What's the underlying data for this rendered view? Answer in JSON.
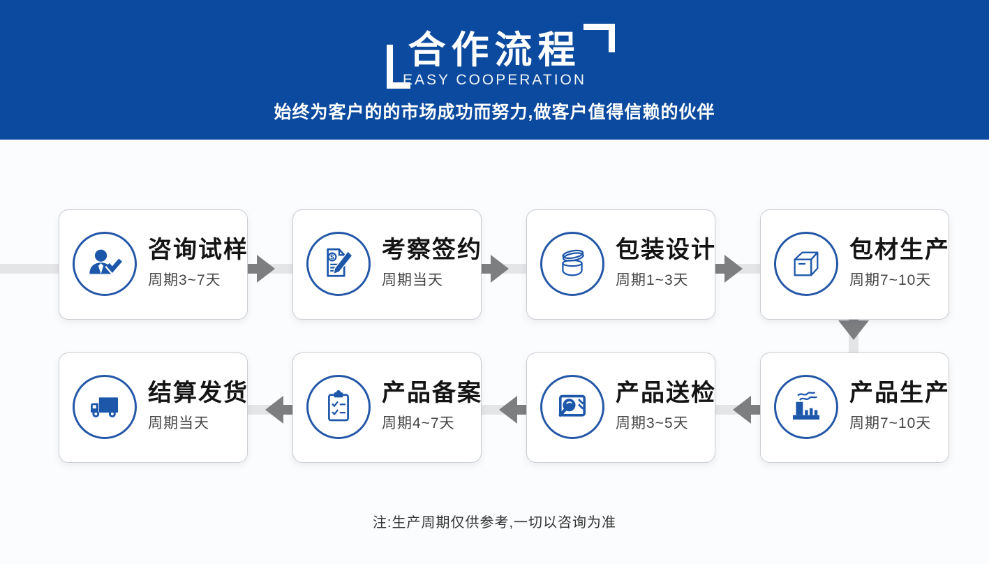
{
  "header": {
    "title": "合作流程",
    "subtitle": "EASY COOPERATION",
    "tagline": "始终为客户的的市场成功而努力,做客户值得信赖的伙伴",
    "bg_color": "#0b4a9e"
  },
  "cards": [
    {
      "title": "咨询试样",
      "period": "周期3~7天",
      "icon": "consult-person-check-icon"
    },
    {
      "title": "考察签约",
      "period": "周期当天",
      "icon": "contract-sign-icon"
    },
    {
      "title": "包装设计",
      "period": "周期1~3天",
      "icon": "cream-jar-icon"
    },
    {
      "title": "包材生产",
      "period": "周期7~10天",
      "icon": "package-box-icon"
    },
    {
      "title": "产品生产",
      "period": "周期7~10天",
      "icon": "factory-icon"
    },
    {
      "title": "产品送检",
      "period": "周期3~5天",
      "icon": "inspection-magnifier-icon"
    },
    {
      "title": "产品备案",
      "period": "周期4~7天",
      "icon": "clipboard-checklist-icon"
    },
    {
      "title": "结算发货",
      "period": "周期当天",
      "icon": "delivery-truck-icon"
    }
  ],
  "footer": {
    "note": "注:生产周期仅供参考,一切以咨询为准"
  },
  "colors": {
    "header_blue": "#0b4a9e",
    "icon_blue": "#1d57aa",
    "arrow_dark": "#7d7e80",
    "arrow_track": "#e4e5e7",
    "card_border": "#c9ccd1"
  }
}
